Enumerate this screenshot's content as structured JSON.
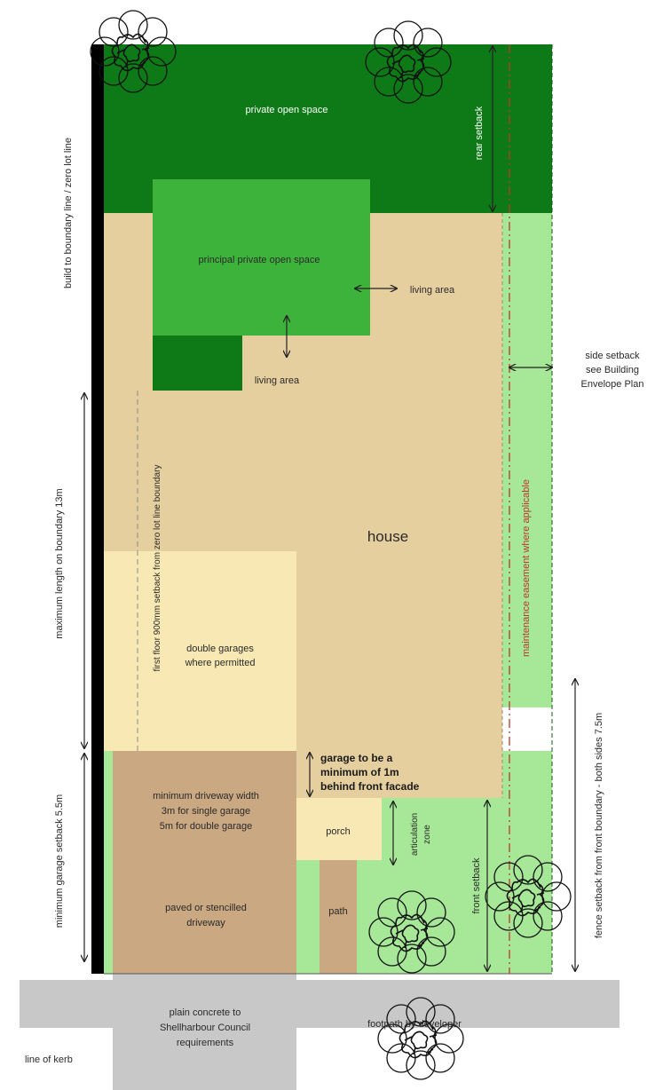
{
  "labels": {
    "private_open_space": "private open space",
    "rear_setback": "rear setback",
    "build_to_boundary": "build to boundary line / zero lot line",
    "principal_private_open_space": "principal private open space",
    "living_area_right": "living area",
    "living_area_bottom": "living area",
    "side_setback_line1": "side setback",
    "side_setback_line2": "see Building",
    "side_setback_line3": "Envelope Plan",
    "maximum_length": "maximum length on boundary 13m",
    "first_floor_setback": "first floor 900mm setback from zero lot line boundary",
    "house": "house",
    "maintenance_easement": "maintenance easement where applicable",
    "double_garages_line1": "double garages",
    "double_garages_line2": "where permitted",
    "fence_setback": "fence setback from front boundary - both sides 7.5m",
    "garage_note_line1": "garage to be a",
    "garage_note_line2": "minimum of 1m",
    "garage_note_line3": "behind front facade",
    "minimum_garage_setback": "minimum garage setback 5.5m",
    "driveway_width_line1": "minimum driveway width",
    "driveway_width_line2": "3m for single garage",
    "driveway_width_line3": "5m for double garage",
    "porch": "porch",
    "articulation_zone_line1": "articulation",
    "articulation_zone_line2": "zone",
    "front_setback": "front setback",
    "paved_line1": "paved or stencilled",
    "paved_line2": "driveway",
    "path": "path",
    "plain_concrete_line1": "plain concrete to",
    "plain_concrete_line2": "Shellharbour Council",
    "plain_concrete_line3": "requirements",
    "footpath": "footpath by developer",
    "line_of_kerb": "line of kerb"
  },
  "colors": {
    "dark_green": "#0e7a17",
    "mid_green": "#3db33c",
    "light_green": "#a6e897",
    "house_tan": "#e6cf9f",
    "garage_cream": "#f8e9b4",
    "driveway_brown": "#c9a882",
    "concrete_grey": "#c8c8c8",
    "boundary_black": "#000000",
    "easement_red": "#b8392a"
  }
}
